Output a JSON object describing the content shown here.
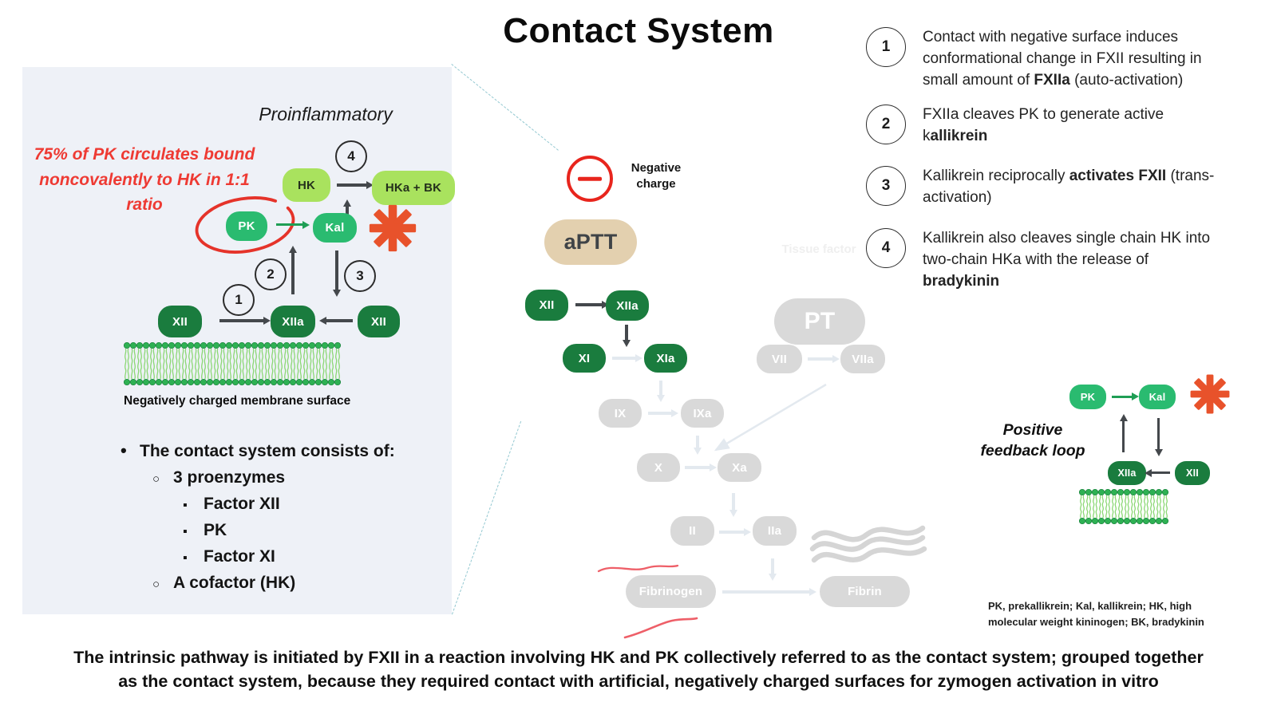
{
  "title": "Contact System",
  "left_panel": {
    "heading": "Proinflammatory",
    "annotation": "75% of PK circulates bound noncovalently to HK in 1:1 ratio",
    "nodes": {
      "hk": "HK",
      "hka_bk": "HKa + BK",
      "pk": "PK",
      "kal": "Kal",
      "xii_left": "XII",
      "xiia": "XIIa",
      "xii_right": "XII"
    },
    "membrane_label": "Negatively charged membrane surface",
    "bullets": {
      "main": "The contact system consists of:",
      "sub1": "3 proenzymes",
      "sub1_items": [
        "Factor XII",
        "PK",
        "Factor XI"
      ],
      "sub2": "A cofactor (HK)"
    }
  },
  "center": {
    "negative_charge": "Negative charge",
    "aptt": "aPTT",
    "nodes": {
      "xii": "XII",
      "xiia": "XIIa",
      "xi": "XI",
      "xia": "XIa"
    },
    "faint_nodes": {
      "tissue_factor": "Tissue factor",
      "pt": "PT",
      "vii": "VII",
      "viia": "VIIa",
      "ix": "IX",
      "ixa": "IXa",
      "x": "X",
      "xa": "Xa",
      "ii": "II",
      "iia": "IIa",
      "fibrinogen": "Fibrinogen",
      "fibrin": "Fibrin"
    }
  },
  "steps": [
    {
      "num": "1",
      "pre": "Contact with negative surface induces conformational change in FXII resulting in small amount of ",
      "bold": "FXIIa",
      "post": " (auto-activation)"
    },
    {
      "num": "2",
      "pre": "FXIIa cleaves PK to generate active k",
      "bold": "allikrein",
      "post": ""
    },
    {
      "num": "3",
      "pre": "Kallikrein reciprocally ",
      "bold": "activates FXII",
      "post": " (trans-activation)"
    },
    {
      "num": "4",
      "pre": "Kallikrein also cleaves single chain HK into two-chain HKa with the release of ",
      "bold": "bradykinin",
      "post": ""
    }
  ],
  "feedback": {
    "label": "Positive feedback loop",
    "pk": "PK",
    "kal": "Kal",
    "xiia": "XIIa",
    "xii": "XII"
  },
  "abbreviations": "PK, prekallikrein; Kal, kallikrein; HK, high molecular weight kininogen; BK, bradykinin",
  "caption": {
    "line1": "The intrinsic pathway is initiated by FXII in a reaction involving HK and PK collectively referred to as the contact system; grouped together",
    "line2": "as the contact system, because they required contact with artificial, negatively charged surfaces for zymogen activation in vitro"
  },
  "colors": {
    "dark_green": "#1a7c3e",
    "green": "#2abb70",
    "light_green": "#a9e25e",
    "tan": "#e3d0af",
    "gray_pill": "#d9d9d9",
    "red": "#e5332a",
    "orange_burst": "#e8522b",
    "arrow_dark": "#44484c",
    "arrow_faint": "#e3e9ef",
    "panel_bg": "#eef1f7",
    "teal_dash": "#93c8d1"
  }
}
